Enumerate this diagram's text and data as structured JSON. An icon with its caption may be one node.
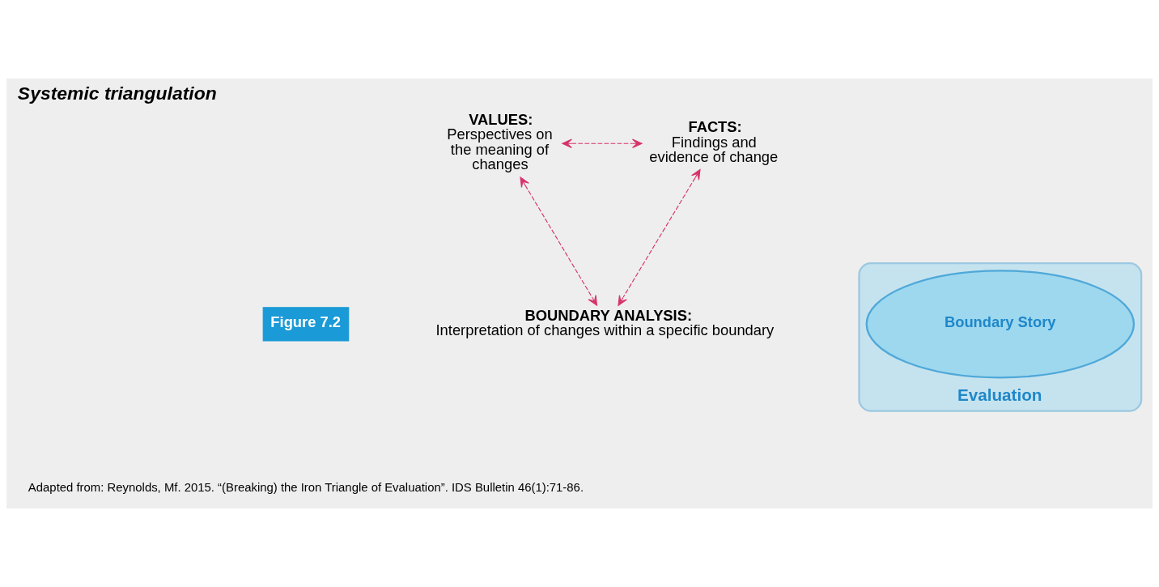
{
  "diagram": {
    "title": "Systemic triangulation",
    "caption": "Adapted from: Reynolds, Mf. 2015. “(Breaking) the Iron Triangle of Evaluation”. IDS Bulletin 46(1):71-86.",
    "nodes": [
      {
        "text": [
          "VALUES:",
          "Perspectives on the meaning of changes"
        ]
      },
      {
        "text": [
          "FACTS:",
          "Findings and evidence of change"
        ]
      },
      {
        "text": [
          "Evaluation"
        ]
      },
      {
        "text": [
          "Boundary Story"
        ],
        "in": 2
      },
      {
        "text": [
          "BOUNDARY ANALYSIS:",
          "Interpretation of changes within a specific boundary"
        ]
      }
    ],
    "edges": [
      {
        "from": 0,
        "to": 1,
        "arrow": "both",
        "style": "dashed"
      },
      {
        "from": 0,
        "to": 4,
        "arrow": "both",
        "style": "dashed"
      },
      {
        "from": 1,
        "to": 4,
        "arrow": "both",
        "style": "dashed"
      }
    ],
    "labels": [
      "Figure 7.2"
    ]
  }
}
